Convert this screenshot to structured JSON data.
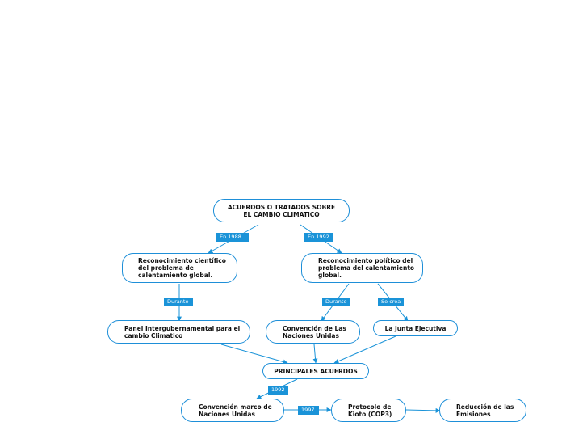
{
  "nodes": {
    "root": "ACUERDOS O TRATADOS SOBRE EL CAMBIO CLIMATICO",
    "scientific": "Reconocimiento científico del problema de calentamiento global.",
    "political": "Reconocimiento político del problema del calentamiento global.",
    "panel": "Panel Intergubernamental para el cambio Climatico",
    "convention": "Convención de Las Naciones Unidas",
    "board": "La Junta Ejecutiva",
    "main": "PRINCIPALES ACUERDOS",
    "framework": "Convención marco de Naciones Unidas",
    "kyoto": "Protocolo de Kioto (COP3)",
    "reduction": "Reducción de las Emisiones"
  },
  "links": {
    "en1988": "En 1988",
    "en1992": "En 1992",
    "durante1": "Durante",
    "durante2": "Durante",
    "secrea": "Se crea",
    "y1992": "1992",
    "y1997": "1997"
  },
  "colors": {
    "accent": "#1a93d8",
    "border": "#1e8fd8",
    "text": "#111111"
  }
}
